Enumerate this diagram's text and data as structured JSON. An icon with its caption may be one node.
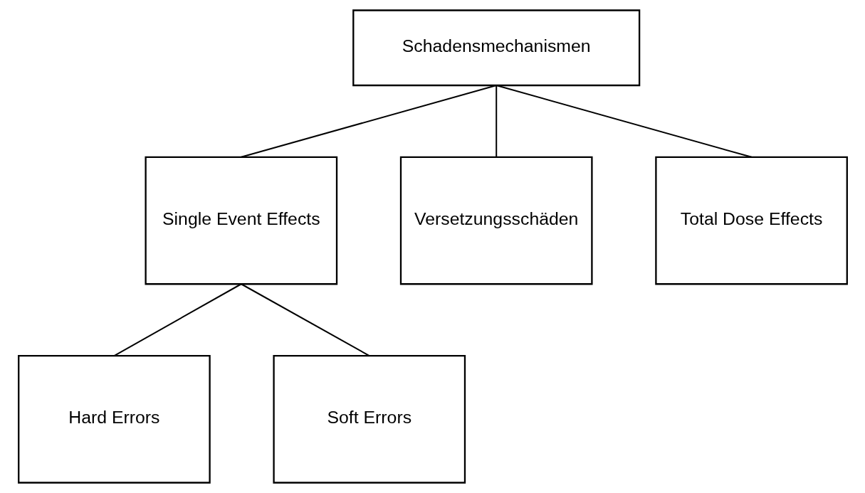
{
  "diagram": {
    "nodes": [
      {
        "text": [
          "Schadensmechanismen"
        ]
      },
      {
        "text": [
          "Single Event Effects"
        ]
      },
      {
        "text": [
          "Versetzungsschäden"
        ]
      },
      {
        "text": [
          "Total Dose Effects"
        ]
      },
      {
        "text": [
          "Hard Errors"
        ]
      },
      {
        "text": [
          "Soft Errors"
        ]
      }
    ],
    "edges": [
      {
        "from": 0,
        "to": 1,
        "arrow": "none"
      },
      {
        "from": 0,
        "to": 2,
        "arrow": "none"
      },
      {
        "from": 0,
        "to": 3,
        "arrow": "none"
      },
      {
        "from": 1,
        "to": 4,
        "arrow": "none"
      },
      {
        "from": 1,
        "to": 5,
        "arrow": "none"
      }
    ]
  }
}
